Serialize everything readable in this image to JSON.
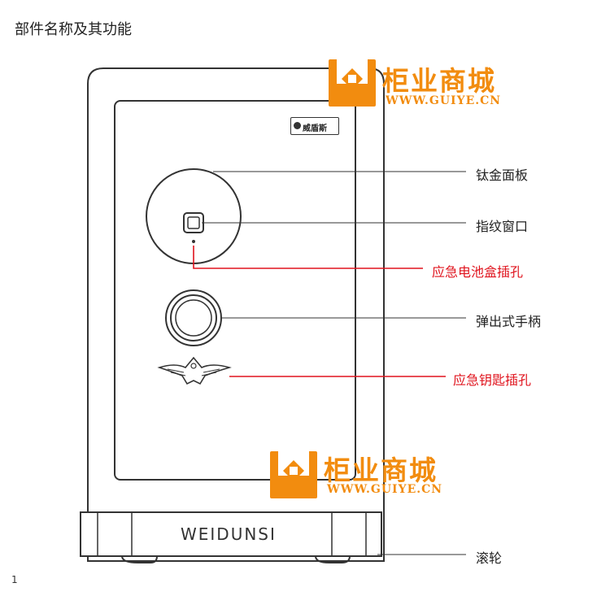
{
  "heading": "部件名称及其功能",
  "page_number": "1",
  "brand": {
    "name": "柜业商城",
    "url": "WWW.GUIYE.CN"
  },
  "safe": {
    "door_plate": "威盾斯",
    "base_brand": "WEIDUNSI"
  },
  "callouts": [
    {
      "label": "钛金面板",
      "highlight": false
    },
    {
      "label": "指纹窗口",
      "highlight": false
    },
    {
      "label": "应急电池盒插孔",
      "highlight": true
    },
    {
      "label": "弹出式手柄",
      "highlight": false
    },
    {
      "label": "应急钥匙插孔",
      "highlight": true
    },
    {
      "label": "滚轮",
      "highlight": false
    }
  ],
  "colors": {
    "highlight": "#e0141e",
    "brand": "#f28c0f",
    "line": "#333333"
  }
}
